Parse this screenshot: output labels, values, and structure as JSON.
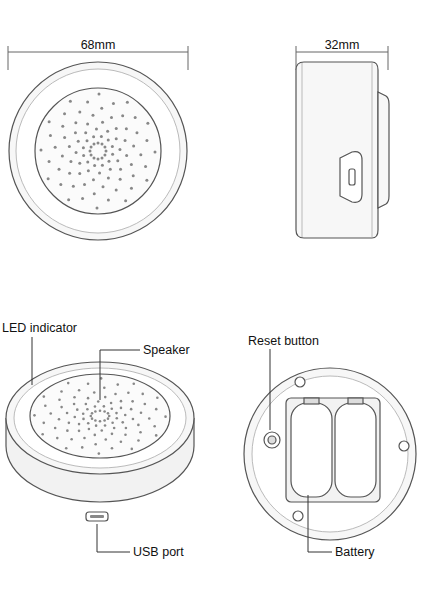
{
  "diagram": {
    "labels": [
      "68mm",
      "32mm",
      "LED indicator",
      "Speaker",
      "USB port",
      "Reset button",
      "Battery"
    ]
  }
}
